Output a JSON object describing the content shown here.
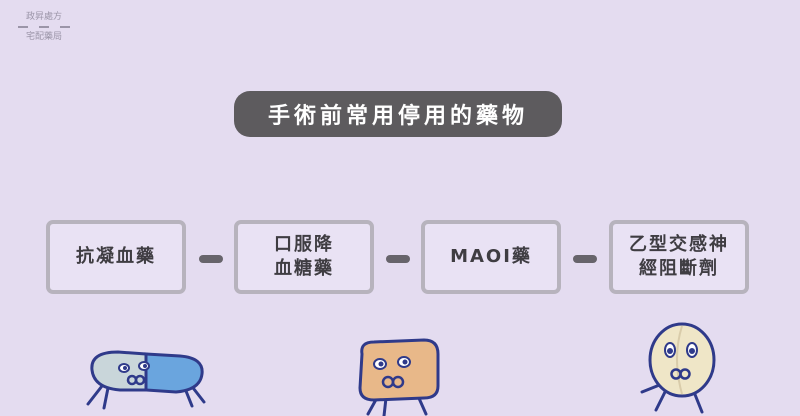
{
  "logo": {
    "line1": "政昇處方",
    "line2": "宅配藥局"
  },
  "title": "手術前常用停用的藥物",
  "boxes": [
    {
      "label": "抗凝血藥"
    },
    {
      "label": "口服降\n血糖藥"
    },
    {
      "label": "MAOI藥"
    },
    {
      "label": "乙型交感神\n經阻斷劑"
    }
  ],
  "mascots": [
    {
      "icon": "capsule-pill-mascot-icon"
    },
    {
      "icon": "tablet-pill-mascot-icon"
    },
    {
      "icon": "round-pill-mascot-icon"
    }
  ],
  "colors": {
    "background": "#e4dcf0",
    "title_pill": "#5d5b5e",
    "box_border": "#b7b3bd",
    "connector": "#67646b",
    "capsule_left": "#c9d6da",
    "capsule_right": "#6aa5de",
    "tablet": "#e8b889",
    "round_pill": "#efe6c7"
  }
}
